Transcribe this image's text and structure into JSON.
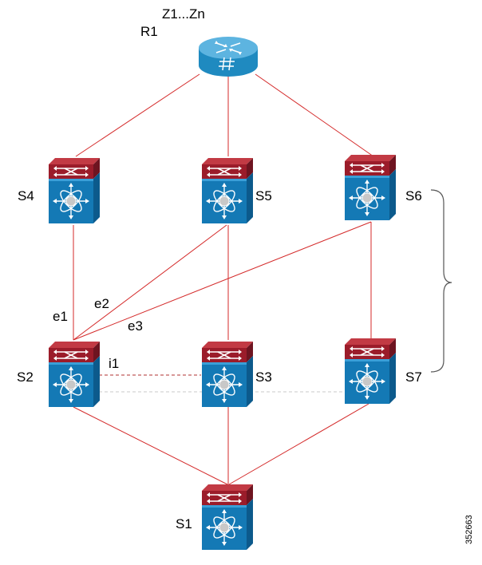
{
  "router": {
    "name": "R1",
    "zone_label": "Z1...Zn"
  },
  "switches": {
    "s1": "S1",
    "s2": "S2",
    "s3": "S3",
    "s4": "S4",
    "s5": "S5",
    "s6": "S6",
    "s7": "S7"
  },
  "link_labels": {
    "e1": "e1",
    "e2": "e2",
    "e3": "e3",
    "i1": "i1"
  },
  "figure_id": "352663",
  "colors": {
    "link": "#d42a2a",
    "dashed_link_dark": "#b03030",
    "dashed_link_light": "#c8c8c8",
    "router_blue": "#1f8ac0",
    "switch_red": "#9b1c2a",
    "switch_blue": "#1479b5",
    "brace": "#555555"
  },
  "icons": {
    "router": "router-icon",
    "switch": "nexus-switch-icon"
  }
}
